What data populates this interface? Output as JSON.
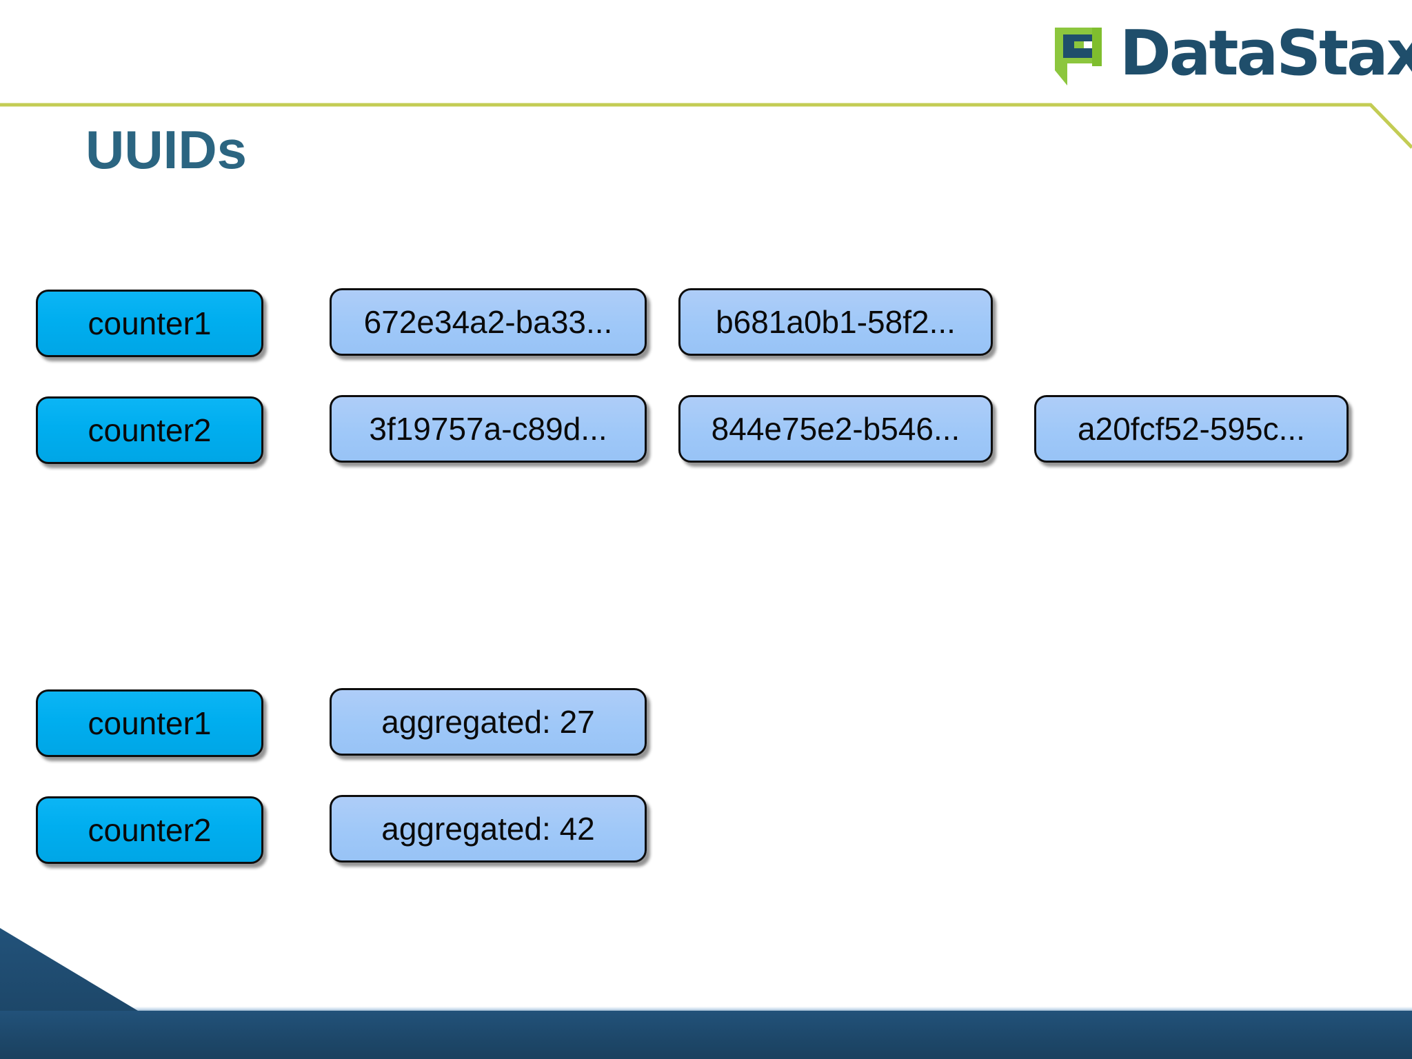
{
  "slide": {
    "title": "UUIDs",
    "brand": {
      "name": "DataStax",
      "logo_mark": "datastax-arrow-logo",
      "mark_green": "#8CC63E",
      "word_color": "#1F4E6B"
    },
    "colors": {
      "title": "#2B6581",
      "rule": "#C3CC54",
      "key_box": "#00AEEF",
      "value_box": "#9FC8F8",
      "footer": "#1D4769",
      "box_border": "#0d0d0d"
    }
  },
  "diagram": {
    "top_group": {
      "rows": [
        {
          "key": "counter1",
          "values": [
            "672e34a2-ba33...",
            "b681a0b1-58f2..."
          ]
        },
        {
          "key": "counter2",
          "values": [
            "3f19757a-c89d...",
            "844e75e2-b546...",
            "a20fcf52-595c..."
          ]
        }
      ]
    },
    "bottom_group": {
      "rows": [
        {
          "key": "counter1",
          "values": [
            "aggregated: 27"
          ]
        },
        {
          "key": "counter2",
          "values": [
            "aggregated: 42"
          ]
        }
      ]
    }
  }
}
